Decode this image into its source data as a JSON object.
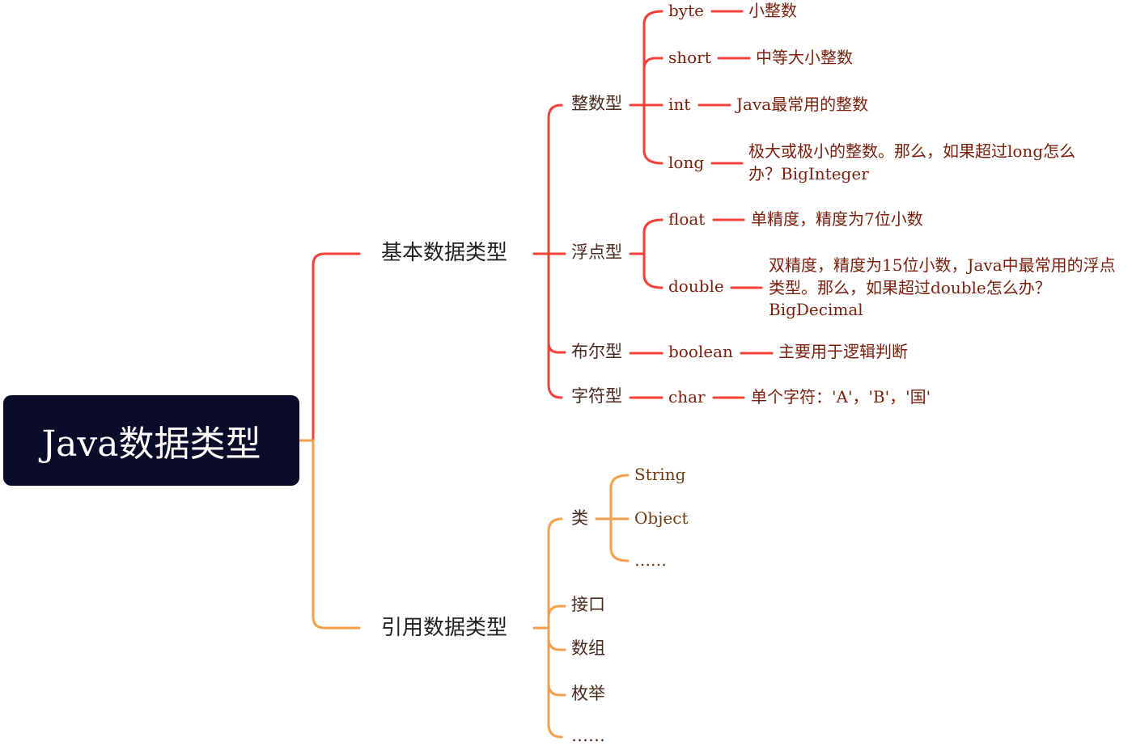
{
  "colors": {
    "root_bg": "#0c0b2a",
    "primitive_branch": "#f0423a",
    "reference_branch": "#f5a04a"
  },
  "root": {
    "label": "Java数据类型"
  },
  "primitive": {
    "label": "基本数据类型",
    "groups": {
      "integer": {
        "label": "整数型",
        "items": [
          {
            "name": "byte",
            "desc": "小整数"
          },
          {
            "name": "short",
            "desc": "中等大小整数"
          },
          {
            "name": "int",
            "desc": "Java最常用的整数"
          },
          {
            "name": "long",
            "desc_line1": "极大或极小的整数。那么，如果超过long怎么",
            "desc_line2": "办？BigInteger"
          }
        ]
      },
      "float": {
        "label": "浮点型",
        "items": [
          {
            "name": "float",
            "desc": "单精度，精度为7位小数"
          },
          {
            "name": "double",
            "desc_line1": "双精度，精度为15位小数，Java中最常用的浮点",
            "desc_line2": "类型。那么，如果超过double怎么办？",
            "desc_line3": "BigDecimal"
          }
        ]
      },
      "boolean": {
        "label": "布尔型",
        "items": [
          {
            "name": "boolean",
            "desc": "主要用于逻辑判断"
          }
        ]
      },
      "char": {
        "label": "字符型",
        "items": [
          {
            "name": "char",
            "desc": "单个字符：'A'，'B'，'国'"
          }
        ]
      }
    }
  },
  "reference": {
    "label": "引用数据类型",
    "class": {
      "label": "类",
      "items": [
        "String",
        "Object",
        "……"
      ]
    },
    "others": [
      "接口",
      "数组",
      "枚举",
      "……"
    ]
  }
}
